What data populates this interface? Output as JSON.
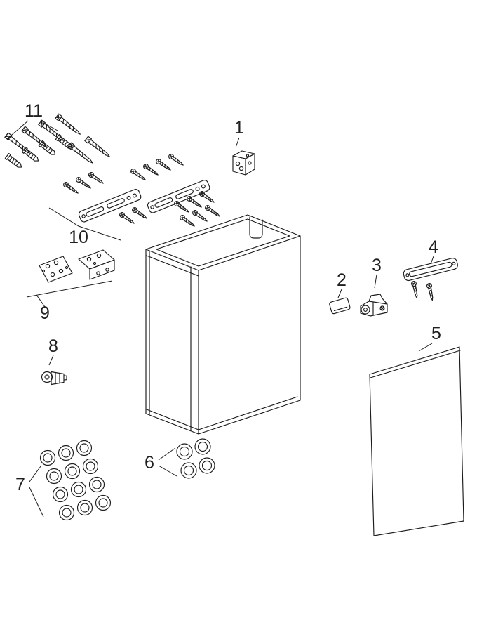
{
  "page": {
    "background_color": "#ffffff",
    "line_color": "#1c1c1c",
    "label_color": "#1f1f1f"
  },
  "diagram": {
    "type": "exploded-spare-parts-diagram",
    "subject": "bathroom vanity cabinet with parts callouts"
  },
  "parts": [
    {
      "number": "1",
      "name": "mounting-bracket"
    },
    {
      "number": "2",
      "name": "cover-plate"
    },
    {
      "number": "3",
      "name": "door-hinge"
    },
    {
      "number": "4",
      "name": "fixing-rail-with-screws"
    },
    {
      "number": "5",
      "name": "door-panel"
    },
    {
      "number": "6",
      "name": "cover-caps-set-of-4"
    },
    {
      "number": "7",
      "name": "cover-caps-set-of-12"
    },
    {
      "number": "8",
      "name": "connector-fitting"
    },
    {
      "number": "9",
      "name": "angle-brackets"
    },
    {
      "number": "10",
      "name": "mounting-rails-with-screws"
    },
    {
      "number": "11",
      "name": "screws-and-wall-plugs"
    }
  ]
}
